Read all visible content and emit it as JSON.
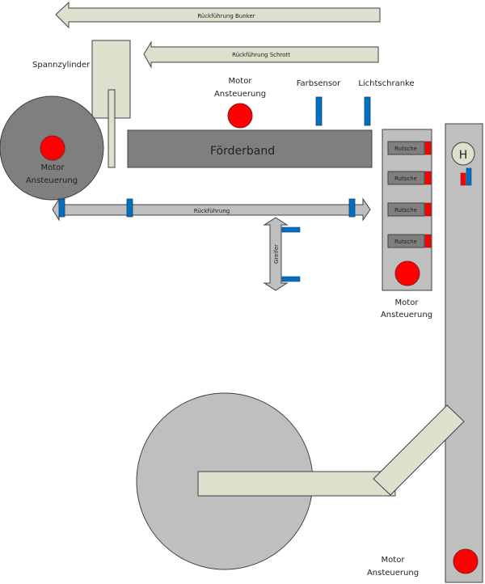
{
  "labels": {
    "rueckfuehrung_bunker": "Rückführung Bunker",
    "rueckfuehrung_schrott": "Rückführung Schrott",
    "spannzylinder": "Spannzylinder",
    "motor_top_line1": "Motor",
    "motor_top_line2": "Ansteuerung",
    "farbsensor": "Farbsensor",
    "lichtschranke": "Lichtschranke",
    "foerderband": "Förderband",
    "motor_left_line1": "Motor",
    "motor_left_line2": "Ansteuerung",
    "rueckfuehrung": "Rückführung",
    "greifer": "Greifer",
    "rutsche": [
      "Rutsche",
      "Rutsche",
      "Rutsche",
      "Rutsche"
    ],
    "motor_rutsche_line1": "Motor",
    "motor_rutsche_line2": "Ansteuerung",
    "lift_badge": "H",
    "motor_bottom_line1": "Motor",
    "motor_bottom_line2": "Ansteuerung"
  },
  "colors": {
    "beige": "#dde0cc",
    "dark_gray": "#7f7f7f",
    "light_gray": "#bfbfbf",
    "motor_red": "#ff0000",
    "sensor_blue": "#0070c0",
    "outline": "#404040"
  }
}
